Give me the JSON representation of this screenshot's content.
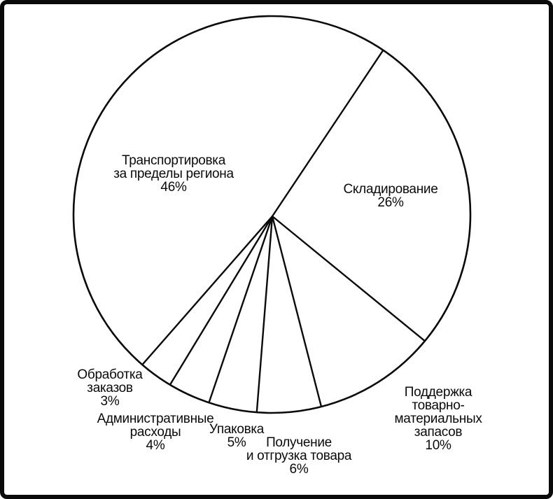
{
  "chart_data": {
    "type": "pie",
    "title": "",
    "legend": "none",
    "style": "outline-only pie, black strokes on white, no fills, labels placed inside large slices and outside small slices",
    "unit": "%",
    "categories": [
      "Транспортировка за пределы региона",
      "Складирование",
      "Поддержка товарно-материальных запасов",
      "Получение и отгрузка товара",
      "Упаковка",
      "Административные расходы",
      "Обработка заказов"
    ],
    "values": [
      46,
      26,
      10,
      6,
      5,
      4,
      3
    ],
    "boundary_angles_deg_math": [
      55.9,
      -39.6,
      -75.6,
      -94.4,
      -108.5,
      -120.9,
      -130.8
    ],
    "slice_labels": [
      {
        "slice": "Транспортировка за пределы региона",
        "value_pct": 46,
        "text": "Транспортировка\nза пределы региона\n46%"
      },
      {
        "slice": "Складирование",
        "value_pct": 26,
        "text": "Складирование\n26%"
      },
      {
        "slice": "Поддержка товарно-материальных запасов",
        "value_pct": 10,
        "text": "Поддержка\nтоварно-материальных\nзапасов\n10%"
      },
      {
        "slice": "Получение и отгрузка товара",
        "value_pct": 6,
        "text": "Получение\nи отгрузка товара\n6%"
      },
      {
        "slice": "Упаковка",
        "value_pct": 5,
        "text": "Упаковка\n5%"
      },
      {
        "slice": "Административные расходы",
        "value_pct": 4,
        "text": "Административные\nрасходы\n4%"
      },
      {
        "slice": "Обработка заказов",
        "value_pct": 3,
        "text": "Обработка\nзаказов\n3%"
      }
    ],
    "colors": {
      "line": "#0a0a0a",
      "text": "#0a0a0a",
      "background": "#ffffff",
      "frame": "#0a0a0a"
    }
  }
}
